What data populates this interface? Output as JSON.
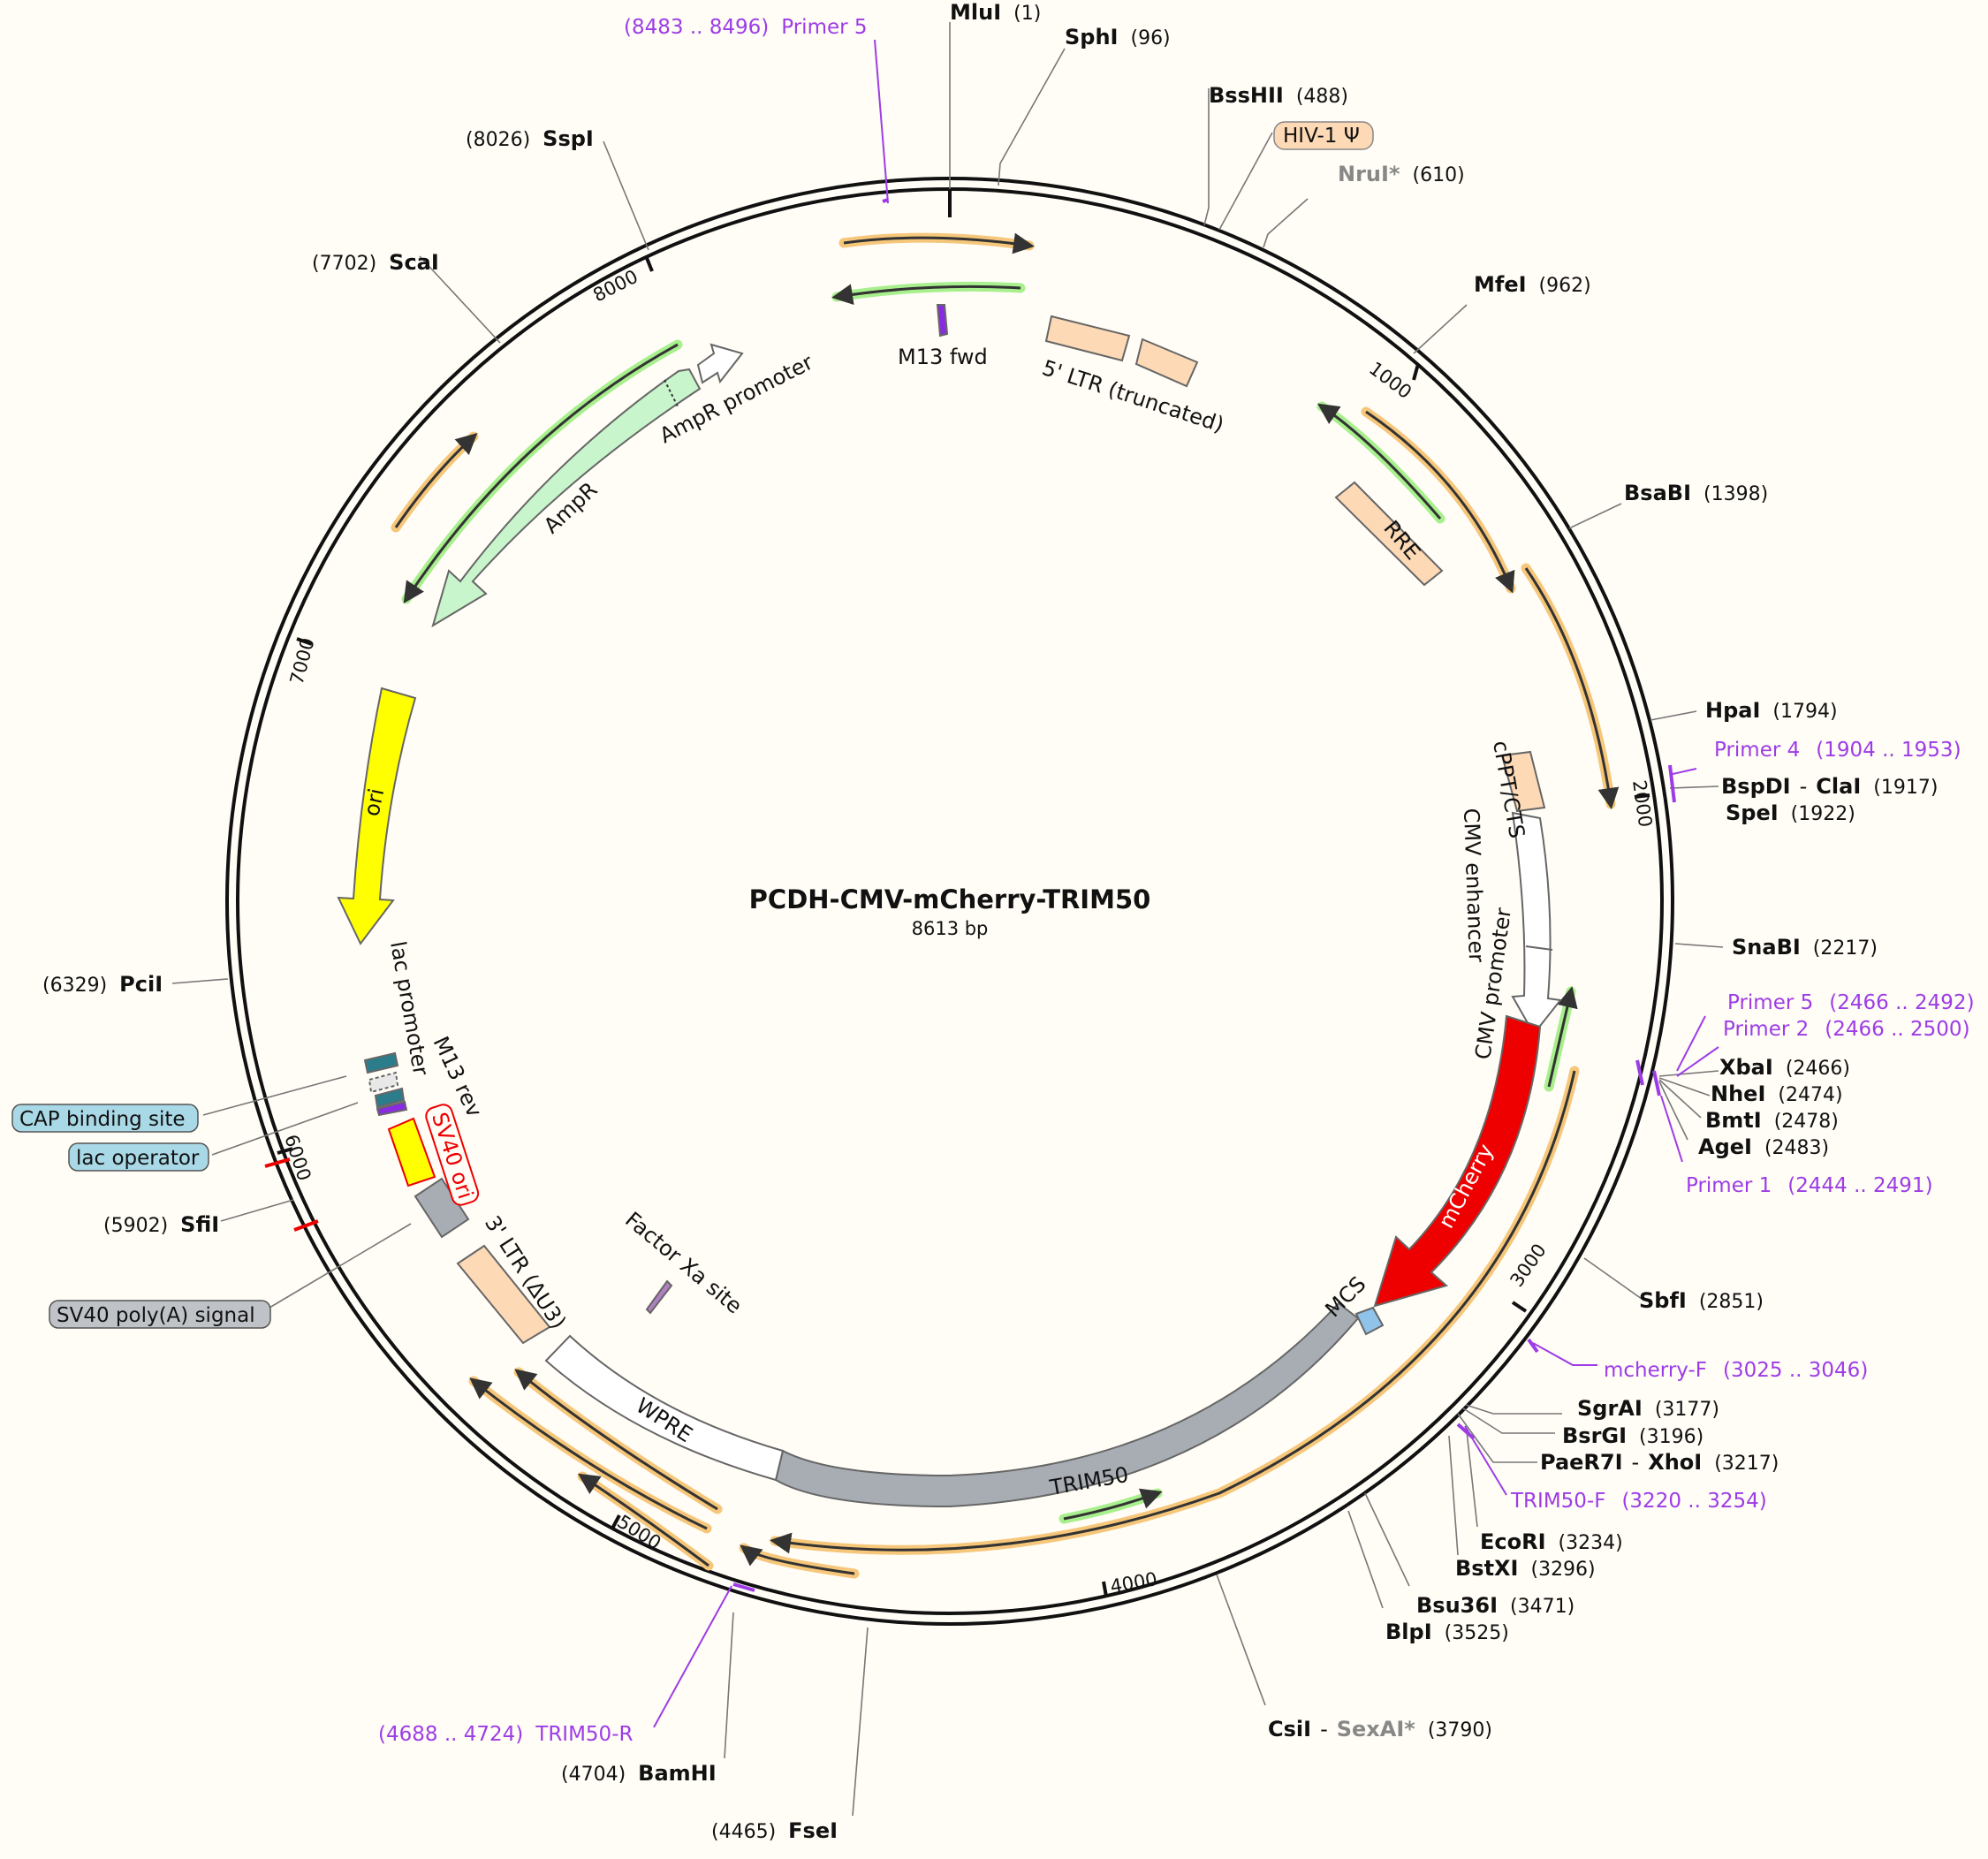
{
  "title": "PCDH-CMV-mCherry-TRIM50",
  "length_label": "8613 bp",
  "ticks": [
    "1000",
    "2000",
    "3000",
    "4000",
    "5000",
    "6000",
    "7000",
    "8000"
  ],
  "sites": [
    {
      "name": "MluI",
      "pos": "(1)"
    },
    {
      "name": "SphI",
      "pos": "(96)"
    },
    {
      "name": "BssHII",
      "pos": "(488)"
    },
    {
      "name": "NruI*",
      "pos": "(610)"
    },
    {
      "name": "MfeI",
      "pos": "(962)"
    },
    {
      "name": "BsaBI",
      "pos": "(1398)"
    },
    {
      "name": "HpaI",
      "pos": "(1794)"
    },
    {
      "name": "BspDI",
      "name2": "ClaI",
      "pos": "(1917)"
    },
    {
      "name": "SpeI",
      "pos": "(1922)"
    },
    {
      "name": "SnaBI",
      "pos": "(2217)"
    },
    {
      "name": "XbaI",
      "pos": "(2466)"
    },
    {
      "name": "NheI",
      "pos": "(2474)"
    },
    {
      "name": "BmtI",
      "pos": "(2478)"
    },
    {
      "name": "AgeI",
      "pos": "(2483)"
    },
    {
      "name": "SbfI",
      "pos": "(2851)"
    },
    {
      "name": "SgrAI",
      "pos": "(3177)"
    },
    {
      "name": "BsrGI",
      "pos": "(3196)"
    },
    {
      "name": "PaeR7I",
      "name2": "XhoI",
      "pos": "(3217)"
    },
    {
      "name": "EcoRI",
      "pos": "(3234)"
    },
    {
      "name": "BstXI",
      "pos": "(3296)"
    },
    {
      "name": "Bsu36I",
      "pos": "(3471)"
    },
    {
      "name": "BlpI",
      "pos": "(3525)"
    },
    {
      "name": "CsiI",
      "name2": "SexAI*",
      "pos": "(3790)"
    },
    {
      "name": "FseI",
      "pos": "(4465)"
    },
    {
      "name": "BamHI",
      "pos": "(4704)"
    },
    {
      "name": "SfiI",
      "pos": "(5902)"
    },
    {
      "name": "PciI",
      "pos": "(6329)"
    },
    {
      "name": "ScaI",
      "pos": "(7702)"
    },
    {
      "name": "SspI",
      "pos": "(8026)"
    }
  ],
  "primers": [
    {
      "name": "Primer 5",
      "range": "(8483 .. 8496)"
    },
    {
      "name": "Primer 4",
      "range": "(1904 .. 1953)"
    },
    {
      "name": "Primer 5",
      "range": "(2466 .. 2492)"
    },
    {
      "name": "Primer 2",
      "range": "(2466 .. 2500)"
    },
    {
      "name": "Primer 1",
      "range": "(2444 .. 2491)"
    },
    {
      "name": "mcherry-F",
      "range": "(3025 .. 3046)"
    },
    {
      "name": "TRIM50-F",
      "range": "(3220 .. 3254)"
    },
    {
      "name": "TRIM50-R",
      "range": "(4688 .. 4724)"
    }
  ],
  "features": {
    "hiv_psi": "HIV-1 Ψ",
    "ltr5": "5' LTR (truncated)",
    "rre": "RRE",
    "cppt": "cPPT/CTS",
    "cmv_enhancer": "CMV enhancer",
    "cmv_promoter": "CMV promoter",
    "mcherry": "mCherry",
    "mcs": "MCS",
    "trim50": "TRIM50",
    "wpre": "WPRE",
    "ltr3": "3' LTR (ΔU3)",
    "factor_xa": "Factor Xa site",
    "sv40_ori": "SV40 ori",
    "sv40_polya": "SV40 poly(A) signal",
    "lac_operator": "lac operator",
    "cap_site": "CAP binding site",
    "m13_rev": "M13 rev",
    "lac_promoter": "lac promoter",
    "ori": "ori",
    "ampr": "AmpR",
    "ampr_promoter": "AmpR promoter",
    "m13_fwd": "M13 fwd"
  },
  "colors": {
    "background": "#fffdf6",
    "primer": "#9d3ce6",
    "mcherry": "#ee0000",
    "trim50": "#a7adb3",
    "ampr": "#c8f5cc",
    "ori": "#ffff00",
    "ltr": "#fdd9b5",
    "box_blue": "#a9d8e6",
    "box_gray": "#bfc3c7",
    "orf_orange": "#f6c77a",
    "orf_green": "#a8ef8d"
  }
}
